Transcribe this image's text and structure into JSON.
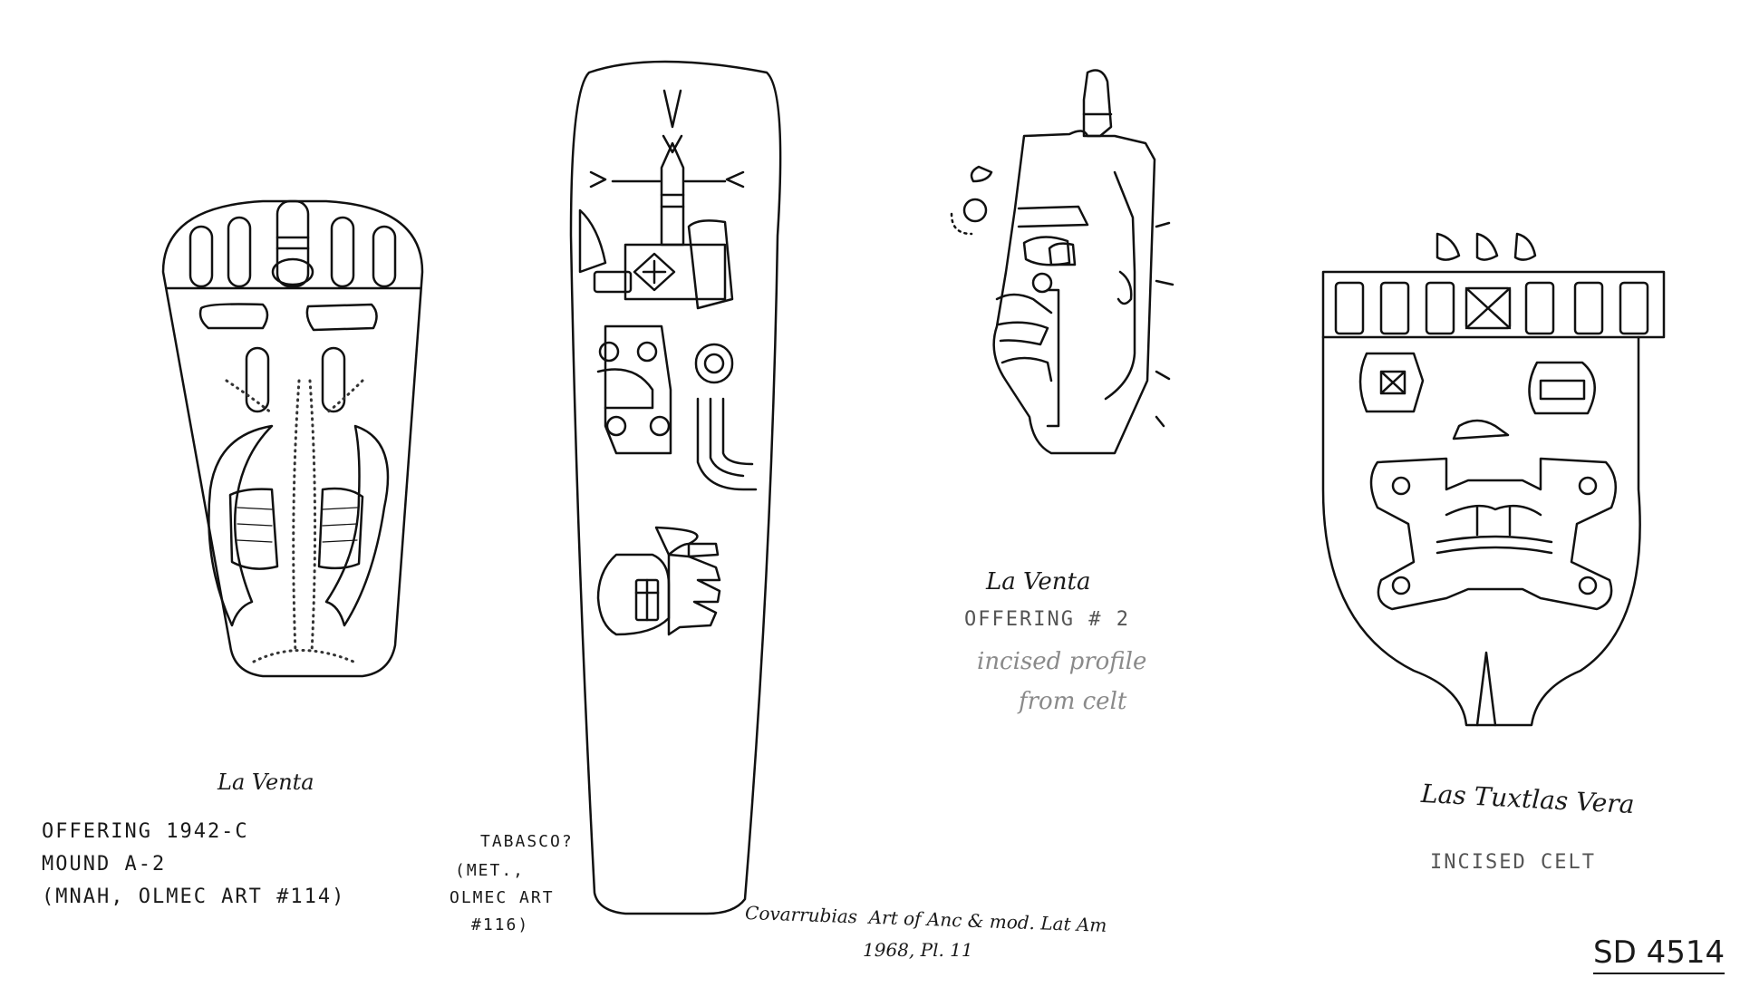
{
  "sheet_id": "SD 4514",
  "fig1": {
    "site": "La Venta",
    "lines": [
      "OFFERING 1942-C",
      "MOUND A-2",
      "(MNAH, OLMEC ART #114)"
    ]
  },
  "fig2": {
    "lines": [
      "TABASCO?",
      "(MET.,",
      "OLMEC ART",
      "#116)"
    ]
  },
  "source": {
    "line1": "Covarrubias  Art of Anc & mod. Lat Am",
    "line2": "1968, Pl. 11"
  },
  "fig3": {
    "site": "La Venta",
    "offering": "OFFERING # 2",
    "note_line1": "incised profile",
    "note_line2": "from celt"
  },
  "fig4": {
    "site": "Las Tuxtlas Vera",
    "note": "INCISED CELT"
  }
}
